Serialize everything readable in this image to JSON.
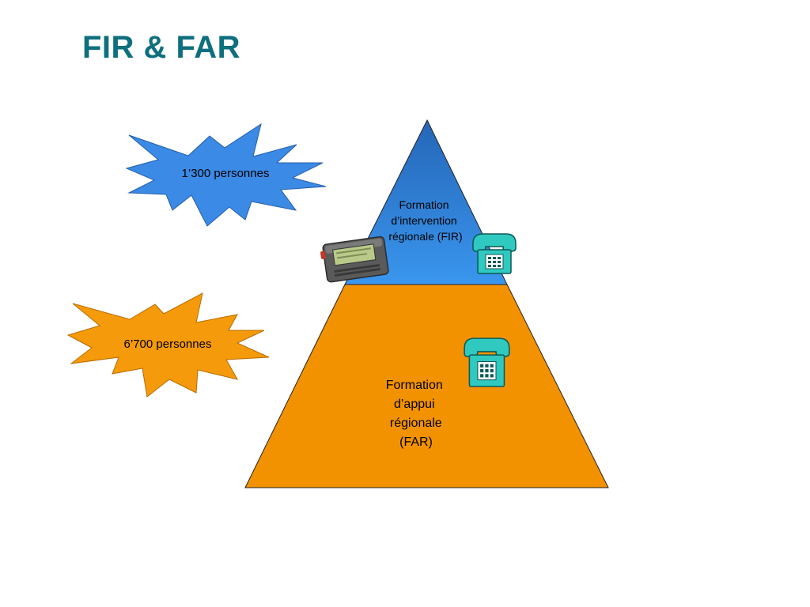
{
  "slide": {
    "title": "FIR & FAR"
  },
  "colors": {
    "title": "#0e6f7e",
    "fir_fill_top": "#2566b8",
    "fir_fill_bottom": "#3a96ee",
    "far_fill": "#f39200",
    "burst_blue": "#3a8ae6",
    "burst_orange": "#f59a0a",
    "fir_text": "#ffffff",
    "far_text": "#000000",
    "phone": "#2fc9c0"
  },
  "bursts": [
    {
      "label": "1’300 personnes",
      "color_key": "burst_blue"
    },
    {
      "label": "6’700 personnes",
      "color_key": "burst_orange"
    }
  ],
  "pyramid": {
    "fir": {
      "lines": [
        "Formation",
        "d’intervention",
        "régionale (FIR)"
      ]
    },
    "far": {
      "lines": [
        "Formation",
        "d’appui",
        "régionale",
        "(FAR)"
      ]
    }
  },
  "icons": [
    "pager-icon",
    "telephone-icon",
    "telephone-icon"
  ]
}
